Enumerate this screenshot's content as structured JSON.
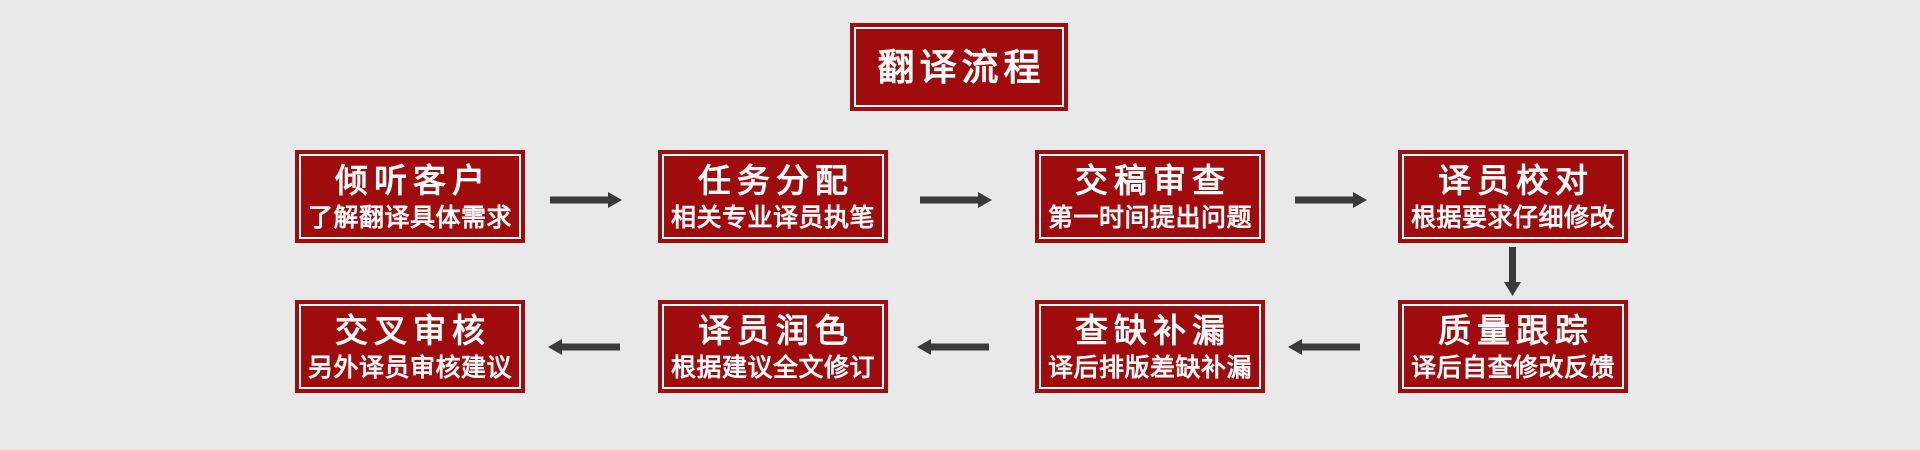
{
  "page": {
    "background_color": "#e9e9e9",
    "accent_color": "#a00b0d",
    "arrow_color": "#3a3a3a",
    "text_color": "#ffffff"
  },
  "title": {
    "label": "翻译流程"
  },
  "flow": {
    "top_row": [
      {
        "heading": "倾听客户",
        "subtitle": "了解翻译具体需求"
      },
      {
        "heading": "任务分配",
        "subtitle": "相关专业译员执笔"
      },
      {
        "heading": "交稿审查",
        "subtitle": "第一时间提出问题"
      },
      {
        "heading": "译员校对",
        "subtitle": "根据要求仔细修改"
      }
    ],
    "bottom_row": [
      {
        "heading": "交叉审核",
        "subtitle": "另外译员审核建议"
      },
      {
        "heading": "译员润色",
        "subtitle": "根据建议全文修订"
      },
      {
        "heading": "查缺补漏",
        "subtitle": "译后排版差缺补漏"
      },
      {
        "heading": "质量跟踪",
        "subtitle": "译后自查修改反馈"
      }
    ]
  }
}
